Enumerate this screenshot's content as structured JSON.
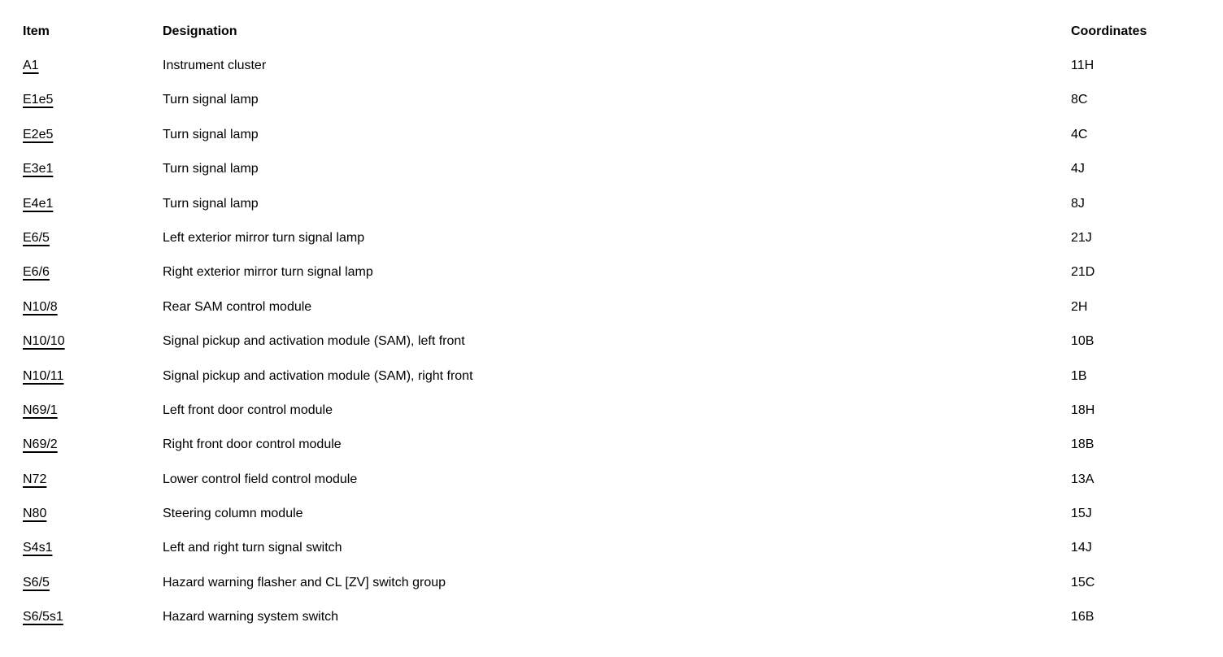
{
  "document": {
    "type": "component-reference-table",
    "background_color": "#ffffff",
    "text_color": "#000000"
  },
  "table": {
    "columns": [
      {
        "key": "item",
        "label": "Item"
      },
      {
        "key": "designation",
        "label": "Designation"
      },
      {
        "key": "coordinates",
        "label": "Coordinates"
      }
    ],
    "rows": [
      {
        "item": "A1",
        "designation": "Instrument cluster",
        "coordinates": "11H"
      },
      {
        "item": "E1e5",
        "designation": "Turn signal lamp",
        "coordinates": "8C"
      },
      {
        "item": "E2e5",
        "designation": "Turn signal lamp",
        "coordinates": "4C"
      },
      {
        "item": "E3e1",
        "designation": "Turn signal lamp",
        "coordinates": "4J"
      },
      {
        "item": "E4e1",
        "designation": "Turn signal lamp",
        "coordinates": "8J"
      },
      {
        "item": "E6/5",
        "designation": "Left exterior mirror turn signal lamp",
        "coordinates": "21J"
      },
      {
        "item": "E6/6",
        "designation": "Right exterior mirror turn signal lamp",
        "coordinates": "21D"
      },
      {
        "item": "N10/8",
        "designation": "Rear SAM control module",
        "coordinates": "2H"
      },
      {
        "item": "N10/10",
        "designation": "Signal pickup and activation module (SAM), left front",
        "coordinates": "10B"
      },
      {
        "item": "N10/11",
        "designation": "Signal pickup and activation module (SAM), right front",
        "coordinates": "1B"
      },
      {
        "item": "N69/1",
        "designation": "Left front door control module",
        "coordinates": "18H"
      },
      {
        "item": "N69/2",
        "designation": "Right front door control module",
        "coordinates": "18B"
      },
      {
        "item": "N72",
        "designation": "Lower control field control module",
        "coordinates": "13A"
      },
      {
        "item": "N80",
        "designation": "Steering column module",
        "coordinates": "15J"
      },
      {
        "item": "S4s1",
        "designation": "Left and right turn signal switch",
        "coordinates": "14J"
      },
      {
        "item": "S6/5",
        "designation": "Hazard warning flasher and CL [ZV] switch group",
        "coordinates": "15C"
      },
      {
        "item": "S6/5s1",
        "designation": "Hazard warning system switch",
        "coordinates": "16B"
      }
    ]
  }
}
